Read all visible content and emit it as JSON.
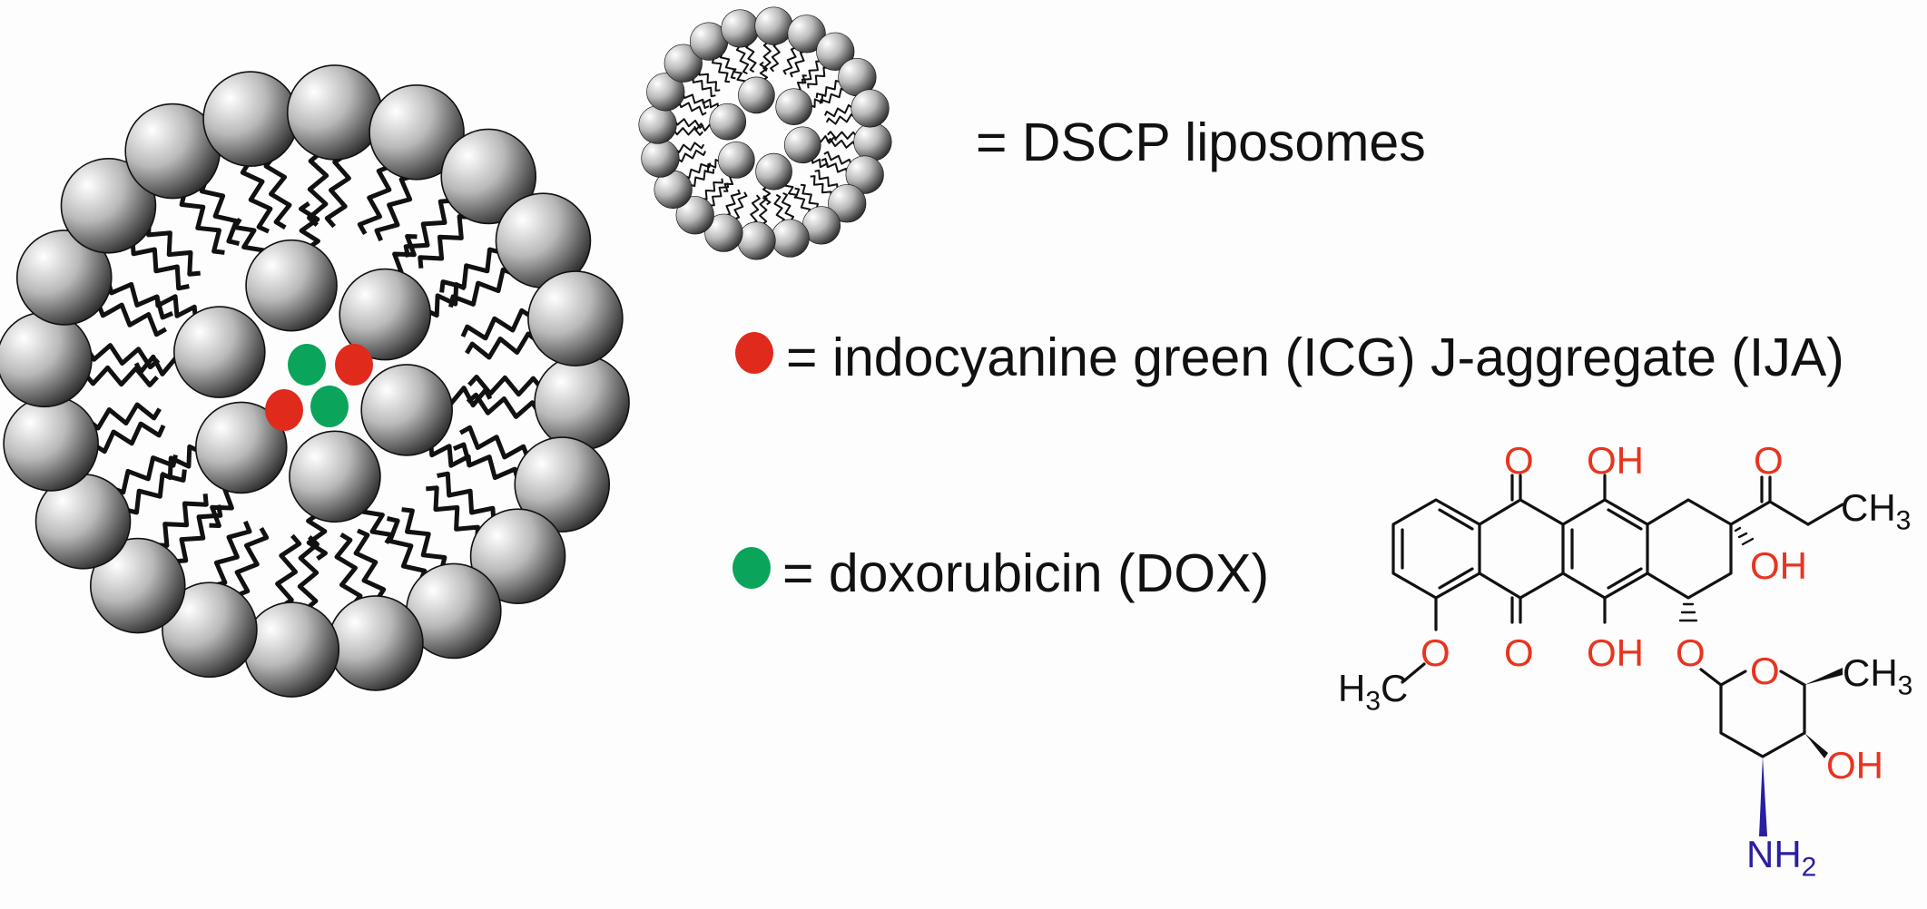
{
  "legend": {
    "liposome_label": "= DSCP liposomes",
    "ija_label": "= indocyanine green (ICG) J-aggregate (IJA)",
    "dox_label": "= doxorubicin (DOX)"
  },
  "colors": {
    "ija": "#e02a1c",
    "dox": "#0aa45a",
    "heteroatom": "#e8341f",
    "amine": "#2a1fa0"
  },
  "structure": {
    "o_label": "O",
    "oh_label": "OH",
    "ch3_main": "CH",
    "ch3_sub": "3",
    "h3c_pre": "H",
    "h3c_sub": "3",
    "h3c_post": "C",
    "nh2_main": "NH",
    "nh2_sub": "2"
  },
  "icons": [
    "large-liposome-icon",
    "small-liposome-icon",
    "red-dot-icon",
    "green-dot-icon",
    "doxorubicin-structure"
  ]
}
